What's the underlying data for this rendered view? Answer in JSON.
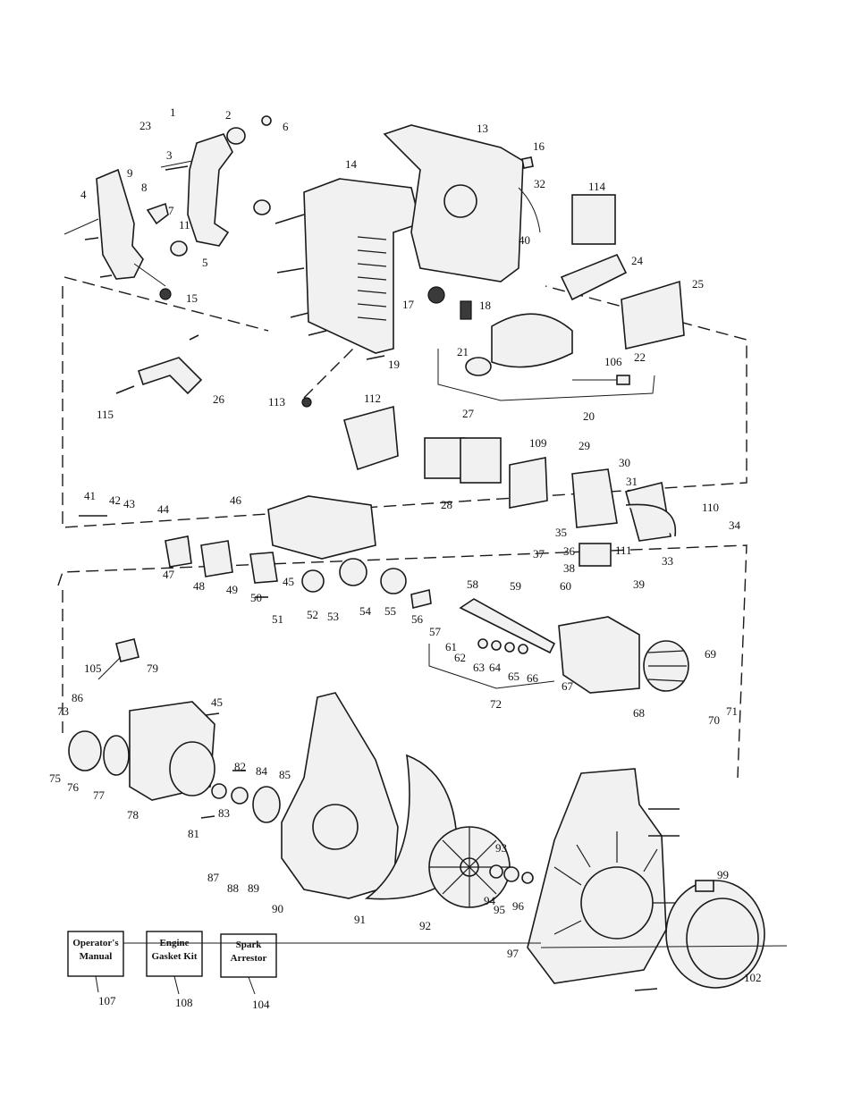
{
  "boxes": [
    {
      "line1": "Operator's",
      "line2": "Manual",
      "ref": "107"
    },
    {
      "line1": "Engine",
      "line2": "Gasket Kit",
      "ref": "108"
    },
    {
      "line1": "Spark",
      "line2": "Arrestor",
      "ref": "104"
    }
  ],
  "labels": [
    "1",
    "2",
    "3",
    "4",
    "5",
    "6",
    "7",
    "8",
    "9",
    "11",
    "13",
    "14",
    "15",
    "16",
    "17",
    "18",
    "19",
    "20",
    "21",
    "22",
    "23",
    "24",
    "25",
    "26",
    "27",
    "28",
    "29",
    "30",
    "31",
    "32",
    "33",
    "34",
    "35",
    "36",
    "37",
    "38",
    "39",
    "40",
    "41",
    "42",
    "43",
    "44",
    "45",
    "46",
    "47",
    "48",
    "49",
    "50",
    "51",
    "52",
    "53",
    "54",
    "55",
    "56",
    "57",
    "58",
    "59",
    "60",
    "61",
    "62",
    "63",
    "64",
    "65",
    "66",
    "67",
    "68",
    "69",
    "70",
    "71",
    "72",
    "73",
    "75",
    "76",
    "77",
    "78",
    "79",
    "81",
    "82",
    "83",
    "84",
    "85",
    "86",
    "87",
    "88",
    "89",
    "90",
    "91",
    "92",
    "93",
    "94",
    "95",
    "96",
    "97",
    "99",
    "102",
    "104",
    "105",
    "106",
    "107",
    "108",
    "109",
    "110",
    "111",
    "112",
    "113",
    "114",
    "115"
  ]
}
